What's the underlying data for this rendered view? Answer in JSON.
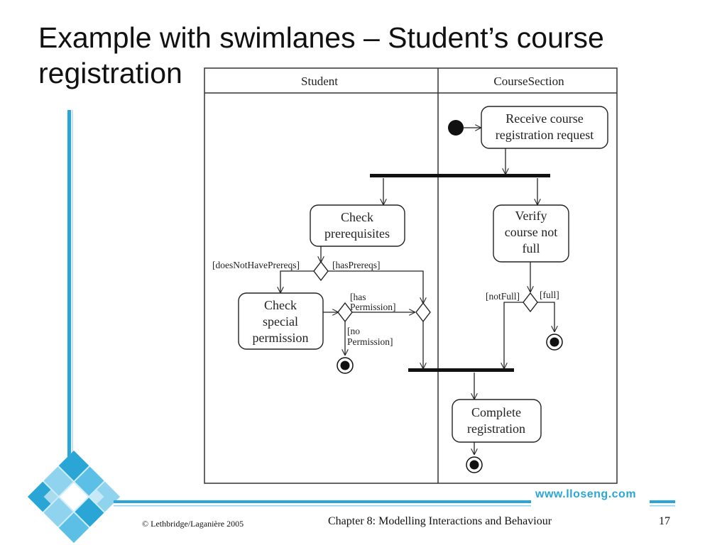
{
  "slide": {
    "title_line1": "Example with swimlanes – Student’s course",
    "title_line2": "registration",
    "page_number": "17"
  },
  "diagram": {
    "lanes": [
      "Student",
      "CourseSection"
    ],
    "nodes": {
      "receive_request": [
        "Receive course",
        "registration request"
      ],
      "check_prereqs": [
        "Check",
        "prerequisites"
      ],
      "verify_not_full": [
        "Verify",
        "course not",
        "full"
      ],
      "check_permission": [
        "Check",
        "special",
        "permission"
      ],
      "complete_registration": [
        "Complete",
        "registration"
      ]
    },
    "guards": {
      "does_not_have_prereqs": "[doesNotHavePrereqs]",
      "has_prereqs": "[hasPrereqs]",
      "has_permission_1": "[has",
      "has_permission_2": "Permission]",
      "no_permission_1": "[no",
      "no_permission_2": "Permission]",
      "not_full": "[notFull]",
      "full": "[full]"
    }
  },
  "footer": {
    "copyright": "© Lethbridge/Laganière 2005",
    "chapter": "Chapter 8: Modelling Interactions and Behaviour",
    "url": "www.lloseng.com"
  },
  "colors": {
    "accent": "#2aa6d6",
    "accent_light": "#8fd3ef",
    "ink": "#222222"
  }
}
